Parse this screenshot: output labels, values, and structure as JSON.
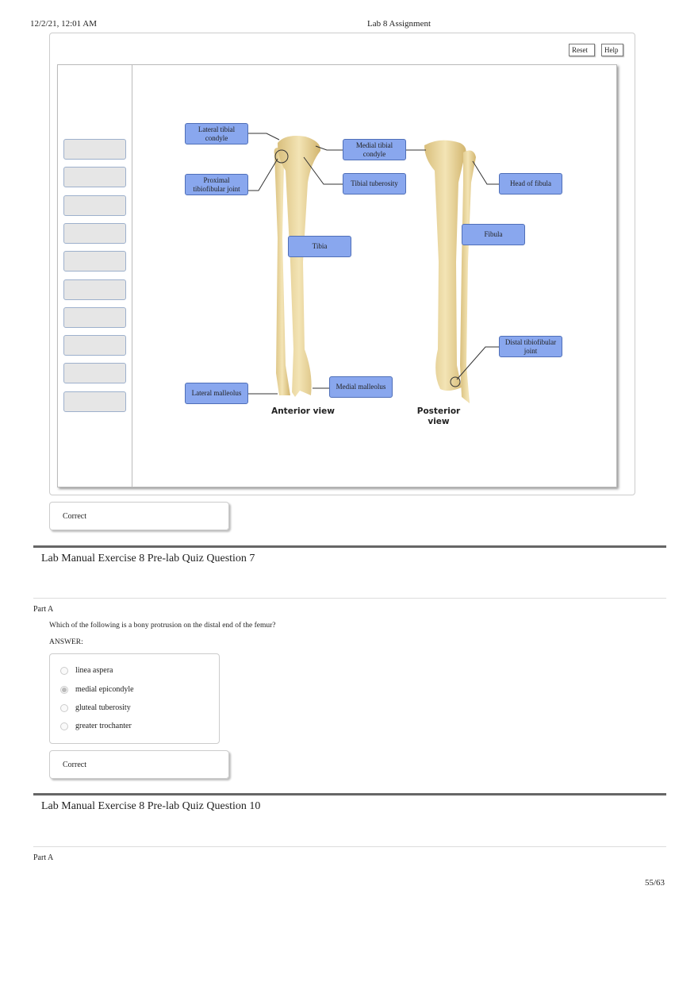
{
  "header": {
    "datetime": "12/2/21, 12:01 AM",
    "title": "Lab 8 Assignment"
  },
  "toolbar": {
    "reset": "Reset",
    "help": "Help"
  },
  "diagram": {
    "labels": {
      "lateral_tibial_condyle": "Lateral tibial condyle",
      "medial_tibial_condyle": "Medial tibial condyle",
      "proximal_tibiofibular_joint": "Proximal tibiofibular joint",
      "tibial_tuberosity": "Tibial tuberosity",
      "head_of_fibula": "Head of fibula",
      "tibia": "Tibia",
      "fibula": "Fibula",
      "distal_tibiofibular_joint": "Distal tibiofibular joint",
      "medial_malleolus": "Medial malleolus",
      "lateral_malleolus": "Lateral malleolus"
    },
    "anterior": "Anterior view",
    "posterior": "Posterior view",
    "colors": {
      "label_bg": "#89a7ee",
      "bone": "#ecd9a0"
    }
  },
  "feedback1": "Correct",
  "q7": {
    "title": "Lab Manual Exercise 8 Pre-lab Quiz Question 7",
    "part": "Part A",
    "question": "Which of the following is a bony protrusion on the distal end of the femur?",
    "answer_label": "ANSWER:",
    "options": [
      "linea aspera",
      "medial epicondyle",
      "gluteal tuberosity",
      "greater trochanter"
    ],
    "selected": 1,
    "feedback": "Correct"
  },
  "q10": {
    "title": "Lab Manual Exercise 8 Pre-lab Quiz Question 10",
    "part": "Part A"
  },
  "footer": {
    "page": "55/63"
  }
}
